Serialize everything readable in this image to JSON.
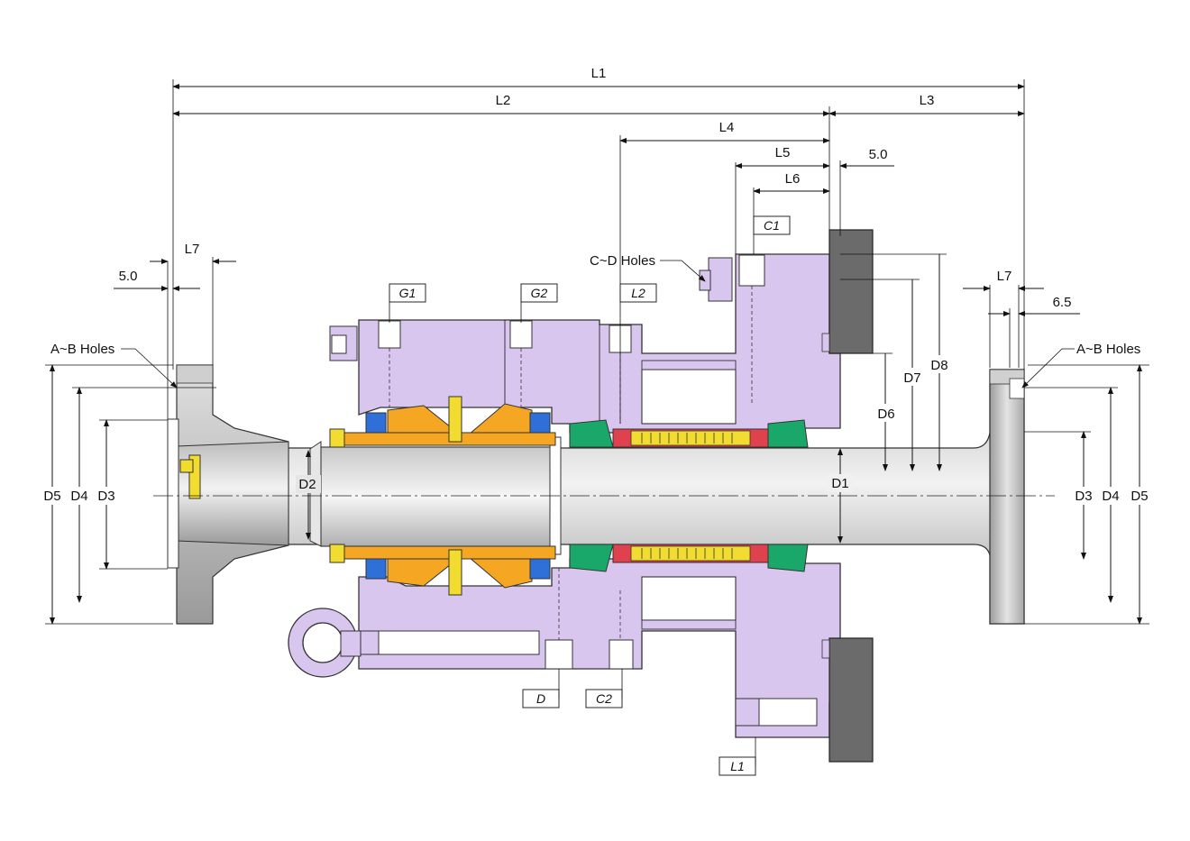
{
  "colors": {
    "housing": "#d9c6ef",
    "bearing": "#f5a623",
    "oring_blue": "#2f6fd8",
    "seal_green": "#1aa86a",
    "seal_red": "#e0414f",
    "yellow": "#f2dc2f",
    "steel_dark": "#6b6b6b",
    "shaft_light": "#e8e8e8"
  },
  "dims": {
    "l1": "L1",
    "l2": "L2",
    "l3": "L3",
    "l4": "L4",
    "l5": "L5",
    "l6": "L6",
    "l7_left": "L7",
    "l7_right": "L7",
    "gap_top": "5.0",
    "gap_left": "5.0",
    "gap_right": "6.5",
    "d1": "D1",
    "d2": "D2",
    "d3_left": "D3",
    "d4_left": "D4",
    "d5_left": "D5",
    "d3_right": "D3",
    "d4_right": "D4",
    "d5_right": "D5",
    "d6": "D6",
    "d7": "D7",
    "d8": "D8"
  },
  "labels": {
    "holes_ab_left": "A~B Holes",
    "holes_ab_right": "A~B Holes",
    "holes_cd": "C~D Holes"
  },
  "tags": {
    "g1": "G1",
    "g2": "G2",
    "l2": "L2",
    "c1": "C1",
    "d": "D",
    "c2": "C2",
    "l1": "L1"
  }
}
